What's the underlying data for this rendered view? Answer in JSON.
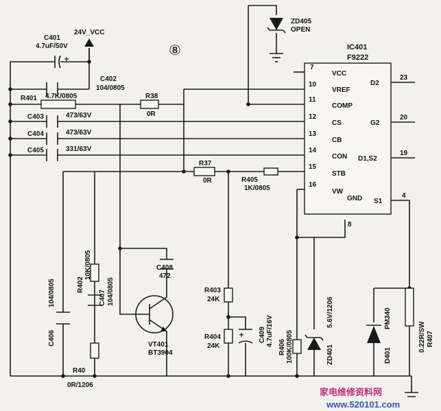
{
  "supply_label": "24V_VCC",
  "circled_number": "⑧",
  "components": {
    "C401": {
      "ref": "C401",
      "value": "4.7uF/50V"
    },
    "C402": {
      "ref": "C402",
      "value": "104/0805"
    },
    "R401": {
      "ref": "R401",
      "value": "4.7K/0805"
    },
    "R38": {
      "ref": "R38",
      "value": "0R"
    },
    "C403": {
      "ref": "C403",
      "value": "473/63V"
    },
    "C404": {
      "ref": "C404",
      "value": "473/63V"
    },
    "C405": {
      "ref": "C405",
      "value": "331/63V"
    },
    "R37": {
      "ref": "R37",
      "value": "0R"
    },
    "R405": {
      "ref": "R405",
      "value": "1K/0805"
    },
    "ZD405": {
      "ref": "ZD405",
      "value": "OPEN"
    },
    "C406": {
      "ref": "C406",
      "value": "104/0805"
    },
    "R402": {
      "ref": "R402",
      "value": "10K/0805"
    },
    "C407": {
      "ref": "C407",
      "value": "104/0805"
    },
    "C408": {
      "ref": "C408",
      "value": "472"
    },
    "VT401": {
      "ref": "VT401",
      "value": "BT3904"
    },
    "R403": {
      "ref": "R403",
      "value": "24K"
    },
    "R404": {
      "ref": "R404",
      "value": "24K"
    },
    "C409": {
      "ref": "C409",
      "value": "4.7uF/16V"
    },
    "R406": {
      "ref": "R406",
      "value": "100K/0805"
    },
    "ZD401": {
      "ref": "ZD401",
      "value": "5.6V/1206"
    },
    "D401": {
      "ref": "D401",
      "value": "PM340"
    },
    "R407": {
      "ref": "R407",
      "value": "0.22R/SW"
    },
    "R40": {
      "ref": "R40",
      "value": "0R/1206"
    }
  },
  "ic": {
    "ref": "IC401",
    "part": "F9222",
    "left_pins": [
      {
        "num": "7",
        "name": "VCC"
      },
      {
        "num": "10",
        "name": "VREF"
      },
      {
        "num": "11",
        "name": "COMP"
      },
      {
        "num": "12",
        "name": "CS"
      },
      {
        "num": "13",
        "name": "CB"
      },
      {
        "num": "14",
        "name": "CON"
      },
      {
        "num": "15",
        "name": "STB"
      },
      {
        "num": "16",
        "name": "VW"
      }
    ],
    "right_pins": [
      {
        "num": "23",
        "name": "D2"
      },
      {
        "num": "20",
        "name": "G2"
      },
      {
        "num": "19",
        "name": "D1,S2"
      },
      {
        "num": "4",
        "name": "S1"
      }
    ],
    "bottom_pin": {
      "num": "8",
      "name": "GND"
    }
  },
  "watermark": {
    "text": "家电维修资料网",
    "url": "www.520101.com"
  }
}
